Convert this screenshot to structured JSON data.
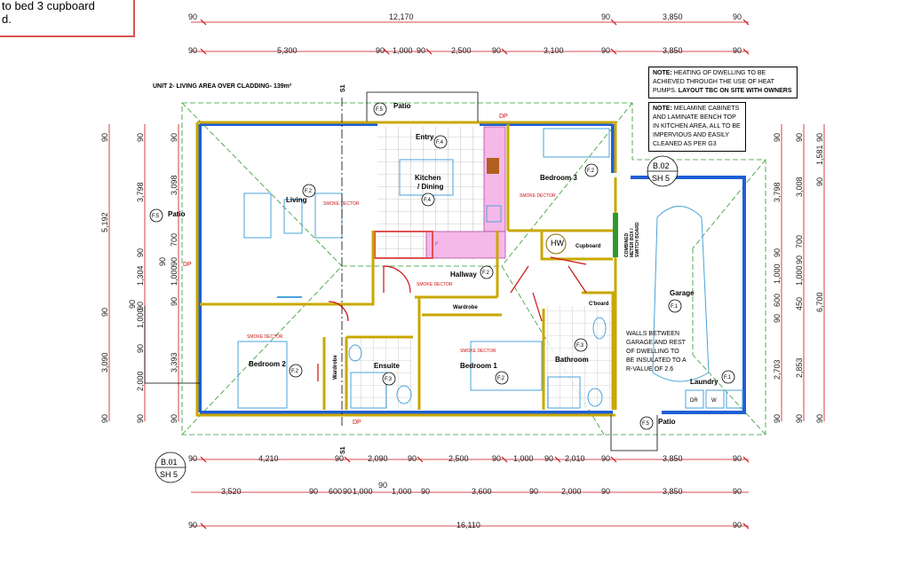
{
  "callout": {
    "line1": "to bed 3 cupboard",
    "line2": "d."
  },
  "unit_title": "UNIT 2- LIVING AREA OVER CLADDING- 139m²",
  "notes": [
    {
      "prefix": "NOTE:",
      "text": " HEATING OF DWELLING TO BE ACHIEVED THROUGH THE USE OF HEAT PUMPS. ",
      "bold_tail": "LAYOUT TBC ON SITE WITH OWNERS"
    },
    {
      "prefix": "NOTE:",
      "text": " MELAMINE CABINETS AND LAMINATE BENCH TOP IN KITCHEN AREA, ALL TO BE IMPERVIOUS AND EASILY CLEANED AS PER G3",
      "bold_tail": ""
    }
  ],
  "top_dims": {
    "row1": [
      "90",
      "12,170",
      "90",
      "3,850",
      "90"
    ],
    "row2": [
      "90",
      "5,300",
      "90",
      "1,000",
      "90",
      "2,500",
      "90",
      "3,100",
      "90",
      "3,850",
      "90"
    ]
  },
  "bottom_dims": {
    "row1": [
      "90",
      "4,210",
      "90",
      "2,090",
      "90",
      "2,500",
      "90",
      "1,000",
      "90",
      "2,010",
      "90",
      "3,850",
      "90"
    ],
    "row2": [
      "3,520",
      "90",
      "600",
      "90",
      "1,000",
      "90",
      "1,000",
      "90",
      "3,600",
      "90",
      "2,000",
      "90",
      "3,850",
      "90"
    ],
    "row3": [
      "90",
      "16,110",
      "90"
    ]
  },
  "left_dims": {
    "outer": [
      "90",
      "5,192",
      "90",
      "3,090",
      "90"
    ],
    "mid": [
      "90",
      "3,798",
      "90",
      "1,304",
      "90",
      "1,000",
      "90",
      "2,000",
      "90"
    ],
    "inner": [
      "90",
      "3,098",
      "700",
      "90",
      "1,000",
      "90",
      "3,393",
      "90"
    ],
    "small": [
      "90",
      "90"
    ]
  },
  "right_dims": {
    "inner": [
      "90",
      "3,798",
      "90",
      "1,000",
      "600",
      "90",
      "2,703",
      "90"
    ],
    "mid": [
      "90",
      "3,008",
      "700",
      "90",
      "1,000",
      "450",
      "2,853",
      "90"
    ],
    "outer": [
      "90",
      "1,581",
      "90",
      "6,700",
      "90"
    ]
  },
  "rooms": {
    "living": "Living",
    "kitchen1": "Kitchen",
    "kitchen2": "/ Dining",
    "entry": "Entry",
    "bedroom3": "Bedroom 3",
    "hallway": "Hallway",
    "bedroom2": "Bedroom 2",
    "ensuite": "Ensuite",
    "bedroom1": "Bedroom 1",
    "bathroom": "Bathroom",
    "garage": "Garage",
    "laundry": "Laundry",
    "patio": "Patio",
    "cupboard": "Cupboard",
    "cboard": "C'board",
    "wardrobe": "Wardrobe",
    "hw": "HW",
    "fridge": "F",
    "dr": "DR",
    "w": "W"
  },
  "tags": {
    "f2": "F.2",
    "f3": "F.3",
    "f4": "F.4",
    "f5": "F.5",
    "f1": "F.1"
  },
  "smoke": "SMOKE DECTOR",
  "dp": "DP",
  "section": "S1",
  "meter_box": [
    "COMBINED",
    "METER BOX /",
    "SWITCH BOARD"
  ],
  "garage_note": [
    "WALLS BETWEEN",
    "GARAGE AND REST",
    "OF DWELLING TO",
    "BE INSULATED TO A",
    "R-VALUE OF 2.6"
  ],
  "section_refs": {
    "b02_top": "B.02",
    "b02_bot": "SH 5",
    "b01_top": "B.01",
    "b01_bot": "SH 5"
  },
  "colors": {
    "blue_wall": "#1f5fd6",
    "yellow_wall": "#d8b400",
    "dim_red": "#cc1111",
    "green_dash": "#2d9a2d",
    "fixture_blue": "#4aa3d8",
    "kitchen_pink": "#f5b8e8"
  }
}
